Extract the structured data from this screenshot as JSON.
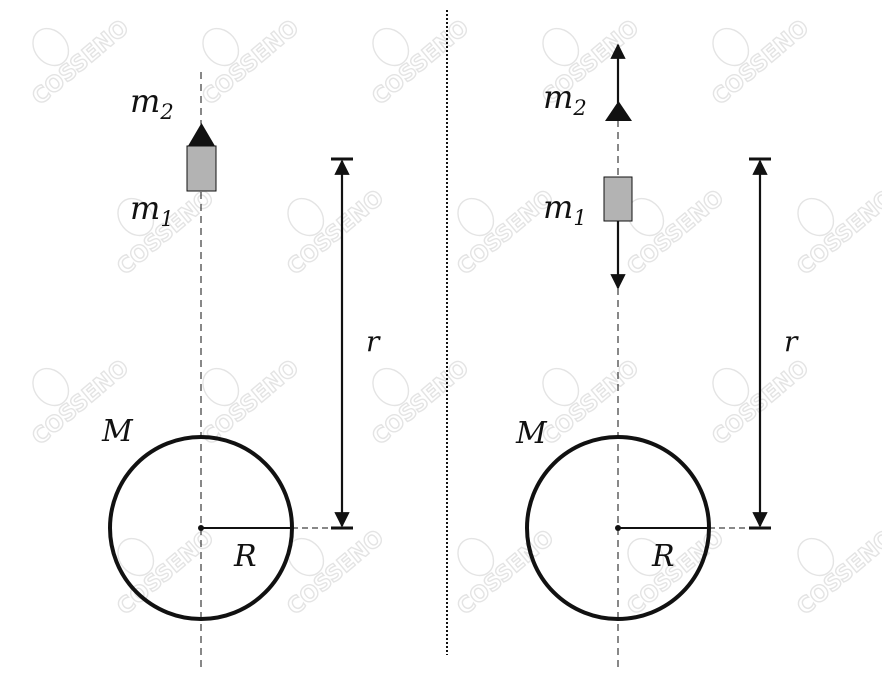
{
  "watermark": {
    "text": "COSSENO"
  },
  "colors": {
    "ink": "#111111",
    "block": "#b3b3b3",
    "watermark": "#e4e4e4"
  },
  "left_panel": {
    "m2_base": "m",
    "m2_sub": "2",
    "m1_base": "m",
    "m1_sub": "1",
    "planet_label": "M",
    "radius_label": "R",
    "distance_label": "r"
  },
  "right_panel": {
    "m2_base": "m",
    "m2_sub": "2",
    "m1_base": "m",
    "m1_sub": "1",
    "planet_label": "M",
    "radius_label": "R",
    "distance_label": "r"
  }
}
